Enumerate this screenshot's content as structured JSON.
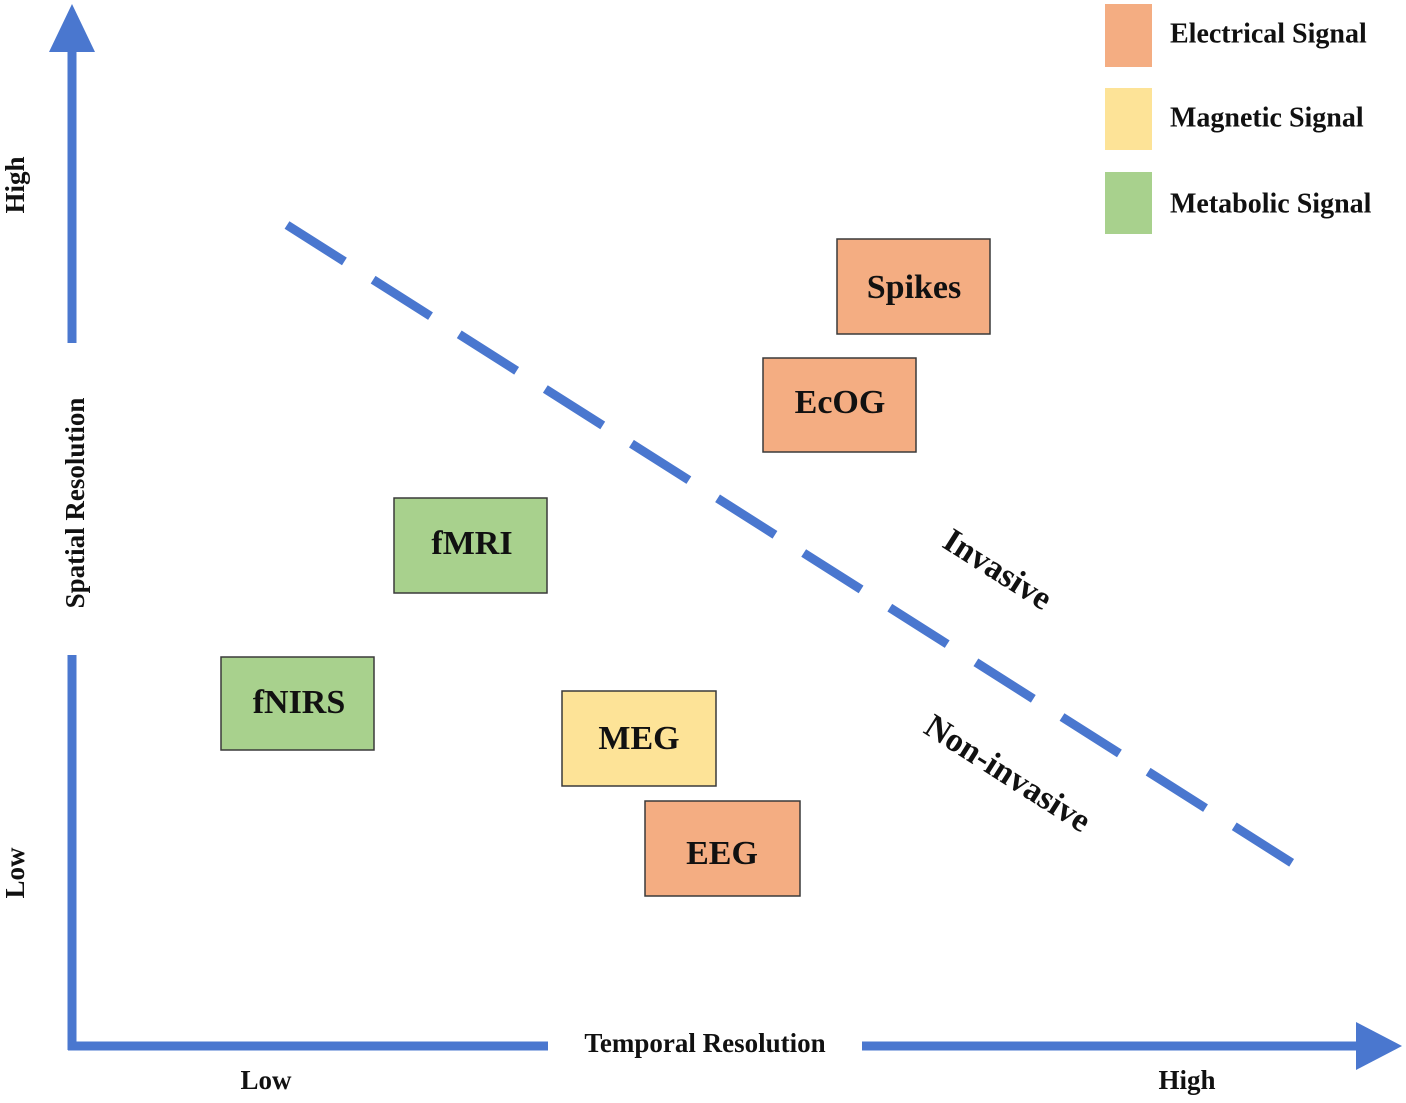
{
  "colors": {
    "electrical": "#f4ad82",
    "magnetic": "#fde397",
    "metabolic": "#a8d18d",
    "axis": "#4a77cf",
    "box_border": "#3a3a3a"
  },
  "legend": {
    "electrical": "Electrical Signal",
    "magnetic": "Magnetic Signal",
    "metabolic": "Metabolic Signal"
  },
  "axes": {
    "x_title": "Temporal Resolution",
    "x_low": "Low",
    "x_high": "High",
    "y_title": "Spatial Resolution",
    "y_low": "Low",
    "y_high": "High"
  },
  "regions": {
    "invasive": "Invasive",
    "non_invasive": "Non-invasive"
  },
  "modalities": [
    {
      "label": "Spikes",
      "signal": "electrical"
    },
    {
      "label": "EcOG",
      "signal": "electrical"
    },
    {
      "label": "fMRI",
      "signal": "metabolic"
    },
    {
      "label": "fNIRS",
      "signal": "metabolic"
    },
    {
      "label": "MEG",
      "signal": "magnetic"
    },
    {
      "label": "EEG",
      "signal": "electrical"
    }
  ]
}
